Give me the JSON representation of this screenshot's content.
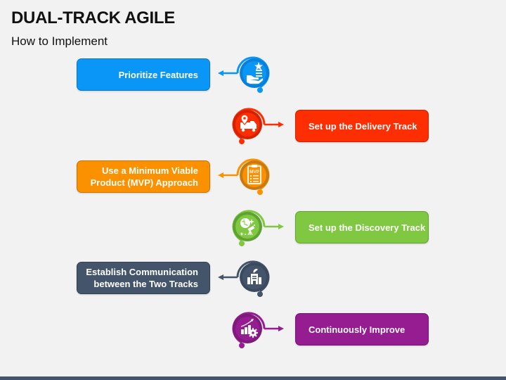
{
  "header": {
    "title": "DUAL-TRACK AGILE",
    "subtitle": "How to Implement"
  },
  "steps": [
    {
      "label": "Prioritize Features",
      "side": "left",
      "icon": "hand-star-list-icon",
      "color": "#0a96f7",
      "border": "#0b78c6",
      "dark": "#0a7fd9"
    },
    {
      "label": "Set up the Delivery Track",
      "side": "right",
      "icon": "delivery-truck-location-icon",
      "color": "#fe2e03",
      "border": "#c62203",
      "dark": "#d42200"
    },
    {
      "label": "Use a Minimum Viable Product (MVP) Approach",
      "side": "left",
      "icon": "mvp-clipboard-icon",
      "color": "#fc9100",
      "border": "#c87400",
      "dark": "#c87a12",
      "icon_text": "MVP"
    },
    {
      "label": "Set up the Discovery Track",
      "side": "right",
      "icon": "telescope-discovery-icon",
      "color": "#80c842",
      "border": "#64a332",
      "dark": "#5ea233"
    },
    {
      "label": "Establish Communication between the Two Tracks",
      "side": "left",
      "icon": "communication-building-icon",
      "color": "#44546a",
      "border": "#323f50",
      "dark": "#3b4a5e"
    },
    {
      "label": "Continuously Improve",
      "side": "right",
      "icon": "growth-chart-gear-icon",
      "color": "#951c91",
      "border": "#721570",
      "dark": "#7e1a7b"
    }
  ],
  "footer_bar_color": "#44546a"
}
